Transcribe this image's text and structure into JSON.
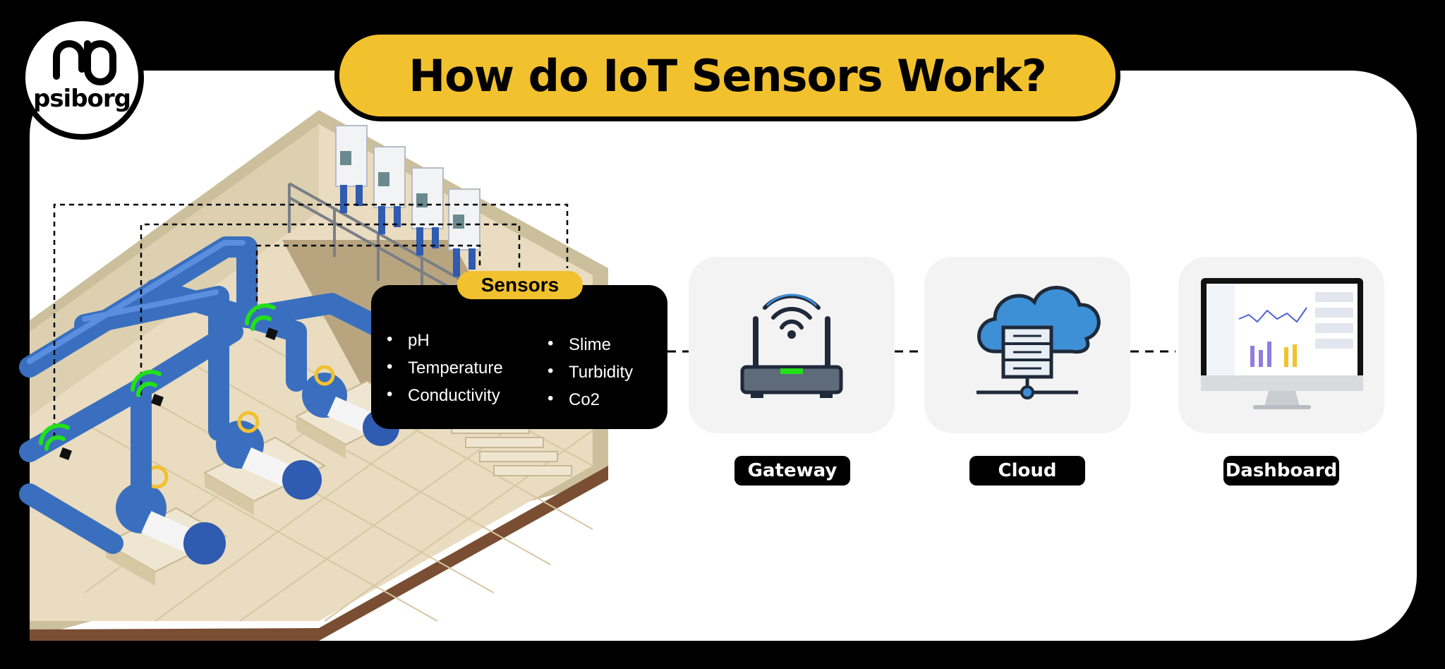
{
  "title": "How do IoT Sensors Work?",
  "logo": {
    "wordmark": "psiborg",
    "icon": "pb-monogram-icon"
  },
  "sensors": {
    "title": "Sensors",
    "left_column": [
      "pH",
      "Temperature",
      "Conductivity"
    ],
    "right_column": [
      "Slime",
      "Turbidity",
      "Co2"
    ]
  },
  "flow": [
    {
      "label": "Gateway",
      "icon": "wifi-router-icon"
    },
    {
      "label": "Cloud",
      "icon": "cloud-server-icon"
    },
    {
      "label": "Dashboard",
      "icon": "monitor-dashboard-icon"
    }
  ],
  "colors": {
    "title_bg": "#f2c12e",
    "pipe_blue": "#3a6fbf",
    "signal_green": "#22e01a",
    "floor_tan": "#e9dcc0",
    "cloud_blue": "#3d8fd6"
  }
}
